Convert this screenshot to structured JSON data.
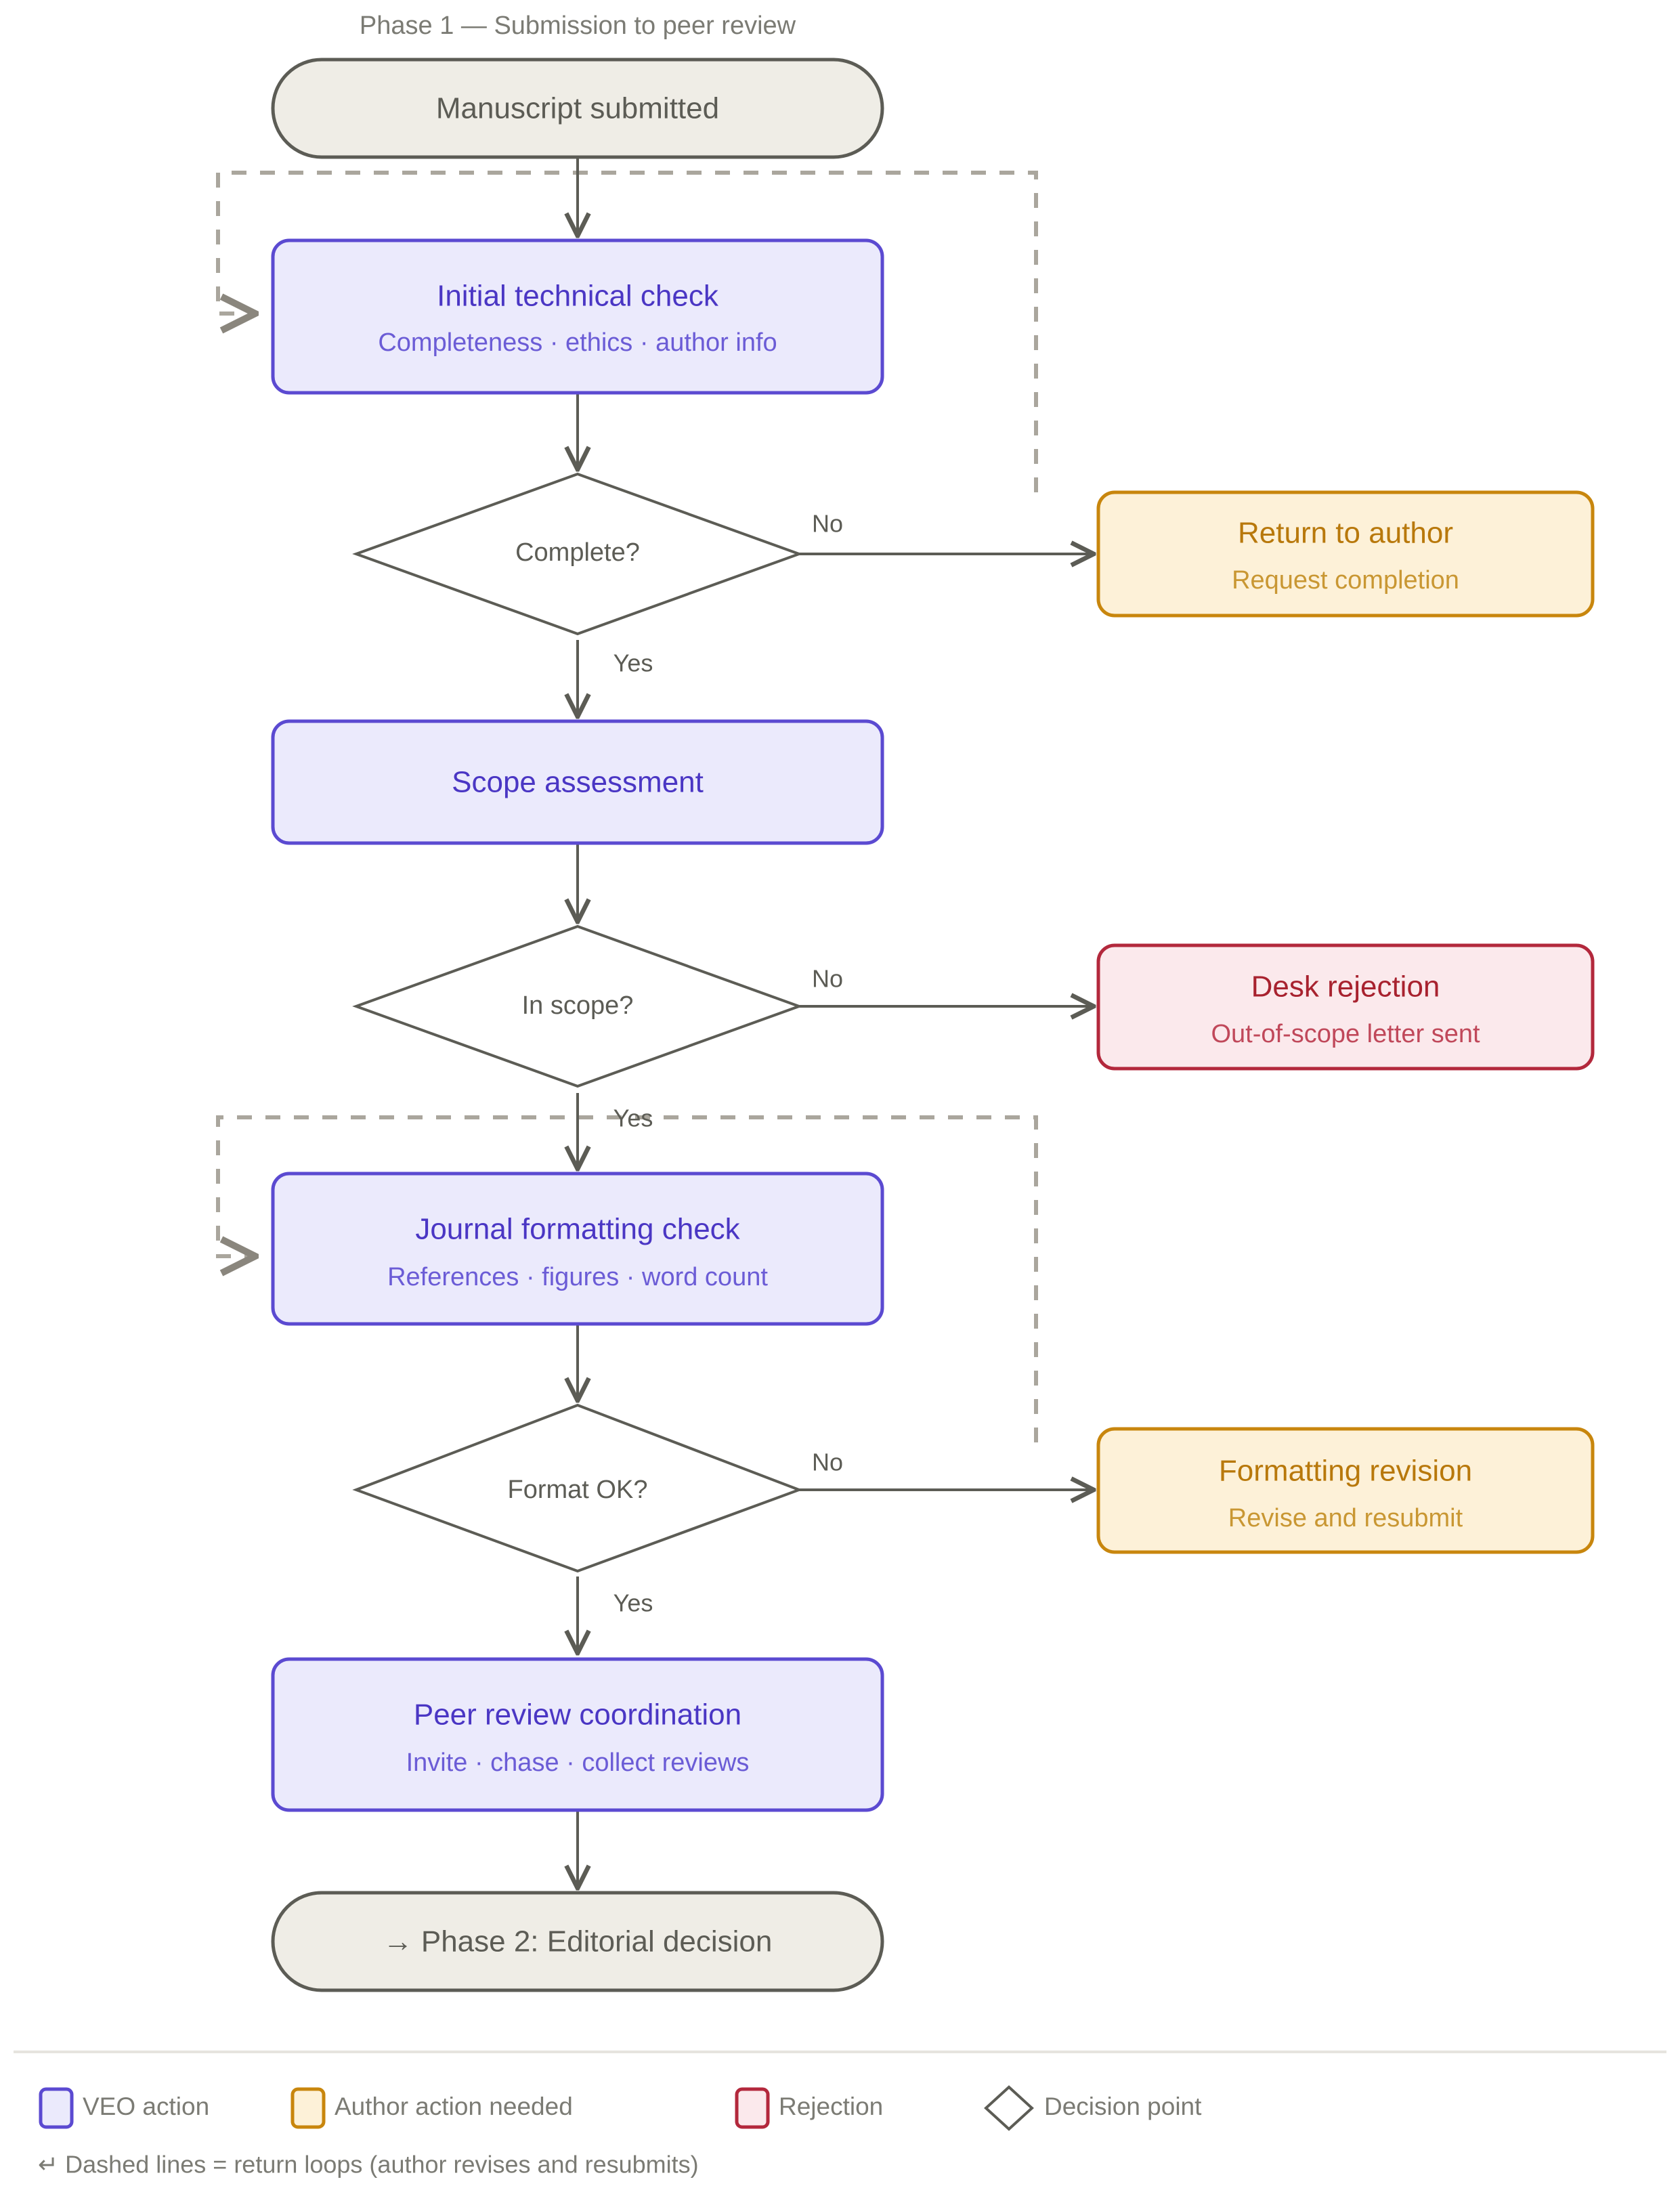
{
  "diagram": {
    "phase_label": "Phase 1 — Submission to peer review",
    "type": "flowchart",
    "colors": {
      "veo_fill": "#ebeafc",
      "veo_stroke": "#5b4ad1",
      "veo_text": "#4a36c4",
      "author_fill": "#fdf1d8",
      "author_stroke": "#c8860d",
      "author_text": "#b8780b",
      "reject_fill": "#fbe9ec",
      "reject_stroke": "#b3283c",
      "reject_text": "#a8222f",
      "terminal_fill": "#efede6",
      "terminal_stroke": "#5c5c55",
      "terminal_text": "#5c5c55",
      "edge": "#5c5c55",
      "dashed_edge": "#aaa69d",
      "muted_text": "#7b7b74"
    },
    "nodes": {
      "start": {
        "label": "Manuscript submitted",
        "kind": "terminal"
      },
      "technical_check": {
        "title": "Initial technical check",
        "subtitle": "Completeness · ethics · author info",
        "kind": "veo-action"
      },
      "complete_decision": {
        "label": "Complete?",
        "kind": "decision"
      },
      "return_to_author": {
        "title": "Return to author",
        "subtitle": "Request completion",
        "kind": "author-action"
      },
      "scope_assessment": {
        "title": "Scope assessment",
        "subtitle": "",
        "kind": "veo-action"
      },
      "in_scope_decision": {
        "label": "In scope?",
        "kind": "decision"
      },
      "desk_rejection": {
        "title": "Desk rejection",
        "subtitle": "Out-of-scope letter sent",
        "kind": "rejection"
      },
      "formatting_check": {
        "title": "Journal formatting check",
        "subtitle": "References · figures · word count",
        "kind": "veo-action"
      },
      "format_ok_decision": {
        "label": "Format OK?",
        "kind": "decision"
      },
      "formatting_revision": {
        "title": "Formatting revision",
        "subtitle": "Revise and resubmit",
        "kind": "author-action"
      },
      "peer_review": {
        "title": "Peer review coordination",
        "subtitle": "Invite · chase · collect reviews",
        "kind": "veo-action"
      },
      "end": {
        "label": "→ Phase 2: Editorial decision",
        "kind": "terminal"
      }
    },
    "edge_labels": {
      "complete_no": "No",
      "complete_yes": "Yes",
      "in_scope_no": "No",
      "in_scope_yes": "Yes",
      "format_no": "No",
      "format_yes": "Yes"
    }
  },
  "legend": {
    "items": [
      {
        "label": "VEO action",
        "swatch": "veo"
      },
      {
        "label": "Author action needed",
        "swatch": "author"
      },
      {
        "label": "Rejection",
        "swatch": "reject"
      },
      {
        "label": "Decision point",
        "swatch": "diamond"
      }
    ],
    "note": "↵ Dashed lines = return loops (author revises and resubmits)"
  }
}
